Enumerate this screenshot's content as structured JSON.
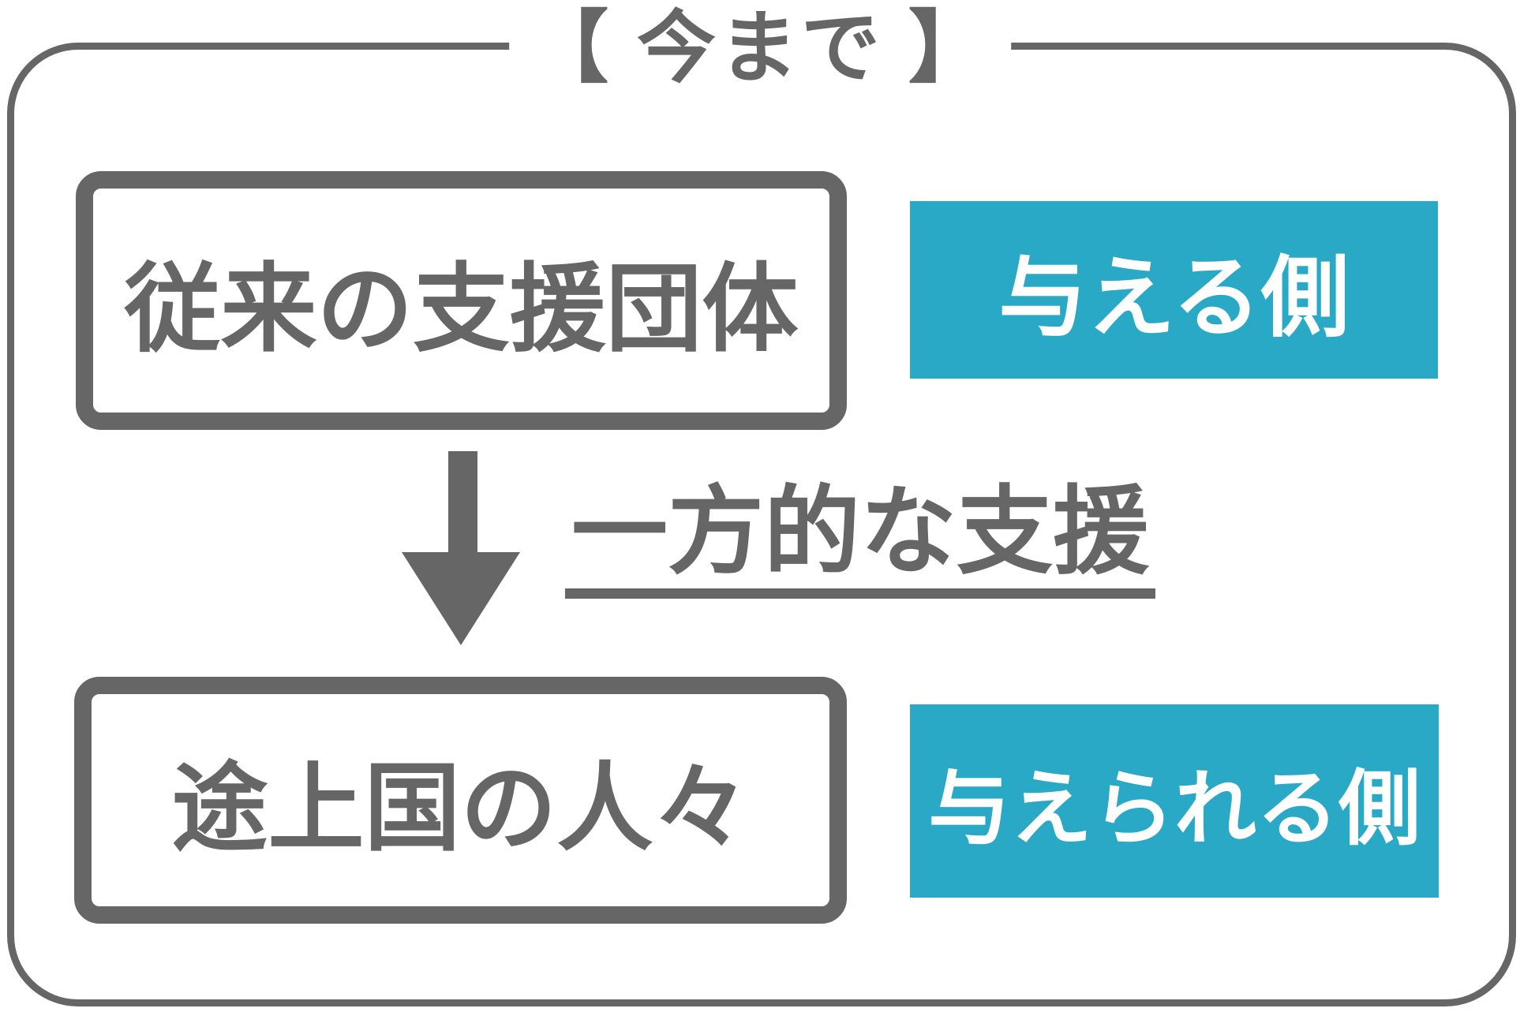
{
  "diagram": {
    "title": "【 今まで 】",
    "top_box": {
      "label": "従来の支援団体"
    },
    "top_tag": {
      "label": "与える側"
    },
    "arrow": {
      "label": "一方的な支援"
    },
    "bottom_box": {
      "label": "途上国の人々"
    },
    "bottom_tag": {
      "label": "与えられる側"
    }
  },
  "colors": {
    "line_gray": "#666666",
    "accent_teal": "#29a9c6",
    "background": "#ffffff",
    "tag_text": "#ffffff"
  }
}
